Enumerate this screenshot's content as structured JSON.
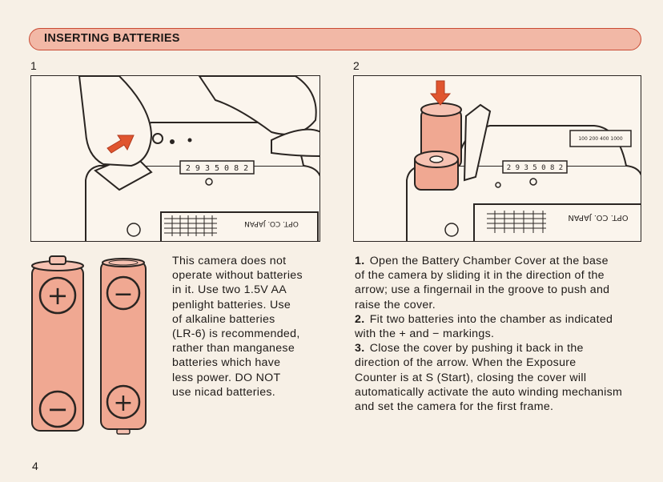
{
  "section": {
    "title": "INSERTING BATTERIES"
  },
  "figures": [
    {
      "number": "1",
      "serial": "2 9 3 5 0 8 2",
      "mark": "OPT. CO. JAPAN"
    },
    {
      "number": "2",
      "serial": "2 9 3 5 0 8 2",
      "mark": "OPT. CO. JAPAN",
      "dial": "100 200 400 1000"
    }
  ],
  "battery_signs": {
    "plus": "+",
    "minus": "−"
  },
  "intro_lines": [
    "This camera does not",
    "operate without batteries",
    "in it. Use two 1.5V AA",
    "penlight batteries. Use",
    "of alkaline batteries",
    "(LR-6) is recommended,",
    "rather than manganese",
    "batteries which have",
    "less power. DO NOT",
    "use nicad batteries."
  ],
  "steps": [
    {
      "num": "1.",
      "lines": [
        "Open the Battery Chamber Cover at the base",
        "of the camera by sliding it in the direction of the",
        "arrow; use a fingernail in the groove to push and",
        "raise the cover."
      ]
    },
    {
      "num": "2.",
      "lines": [
        "Fit two batteries into the chamber as indicated",
        "with the + and − markings."
      ]
    },
    {
      "num": "3.",
      "lines": [
        "Close the cover by pushing it back in the",
        "direction of the arrow. When the Exposure",
        "Counter is at S (Start), closing the cover will",
        "automatically activate the auto winding mechanism",
        "and set the camera for the first frame."
      ]
    }
  ],
  "colors": {
    "accent": "#c94a33",
    "battery_fill": "#f0a892",
    "arrow": "#e0552f"
  },
  "page": {
    "number": "4"
  }
}
